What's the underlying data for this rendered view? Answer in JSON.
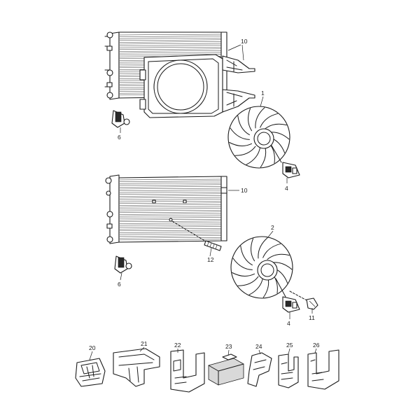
{
  "labels": {
    "top_fan": "1",
    "lower_fan": "2",
    "connector_top": "4",
    "connector_bottom": "4",
    "switch_top": "6",
    "switch_bottom": "6",
    "shroud": "10",
    "radiator_lower": "10",
    "screw": "11",
    "bolt": "12",
    "clip_20": "20",
    "clip_21": "21",
    "clip_22": "22",
    "clip_23": "23",
    "clip_24": "24",
    "clip_25": "25",
    "clip_26": "26"
  }
}
